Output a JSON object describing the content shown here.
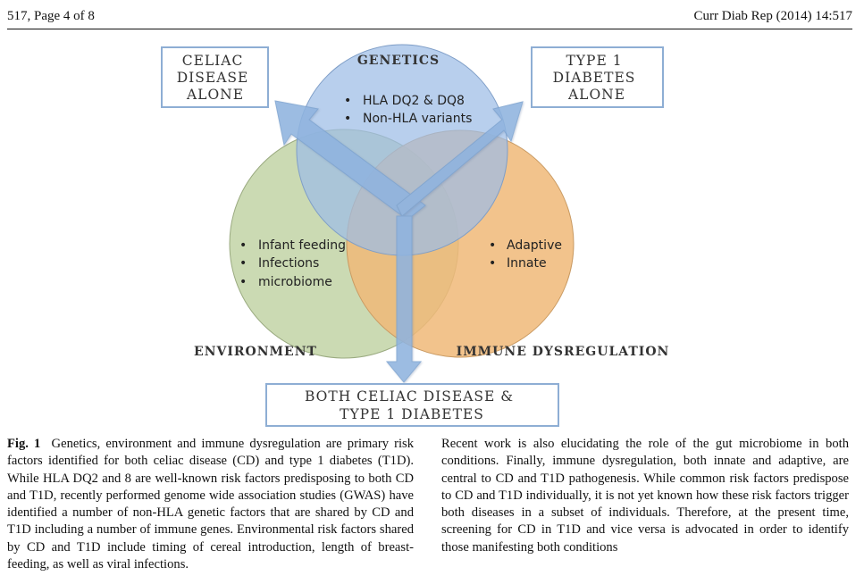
{
  "header": {
    "left": "517, Page 4 of 8",
    "right": "Curr Diab Rep (2014) 14:517"
  },
  "figure": {
    "boxes": {
      "celiac_alone": [
        "CELIAC",
        "DISEASE",
        "ALONE"
      ],
      "t1d_alone": [
        "TYPE 1",
        "DIABETES",
        "ALONE"
      ],
      "both": [
        "BOTH CELIAC DISEASE &",
        "TYPE 1 DIABETES"
      ]
    },
    "circles": {
      "genetics": {
        "title": "GENETICS",
        "items": [
          "HLA DQ2 & DQ8",
          "Non-HLA variants"
        ],
        "color": "#9dbde6"
      },
      "environment": {
        "title": "ENVIRONMENT",
        "items": [
          "Infant feeding",
          "Infections",
          "microbiome"
        ],
        "color": "#c2d3a6"
      },
      "immune": {
        "title": "IMMUNE DYSREGULATION",
        "items": [
          "Adaptive",
          "Innate"
        ],
        "color": "#f0b878"
      }
    },
    "arrow_color": "#8fb3de"
  },
  "caption": {
    "label": "Fig. 1",
    "col1": "Genetics, environment and immune dysregulation are primary risk factors identified for both celiac disease (CD) and type 1 diabetes (T1D). While HLA DQ2 and 8 are well-known risk factors predisposing to both CD and T1D, recently performed genome wide association studies (GWAS) have identified a number of non-HLA genetic factors that are shared by CD and T1D including a number of immune genes. Environmental risk factors shared by CD and T1D include timing of cereal introduction, length of breast-feeding, as well as viral infections.",
    "col2": "Recent work is also elucidating the role of the gut microbiome in both conditions. Finally, immune dysregulation, both innate and adaptive, are central to CD and T1D pathogenesis. While common risk factors predispose to CD and T1D individually, it is not yet known how these risk factors trigger both diseases in a subset of individuals. Therefore, at the present time, screening for CD in T1D and vice versa is advocated in order to identify those manifesting both conditions"
  }
}
